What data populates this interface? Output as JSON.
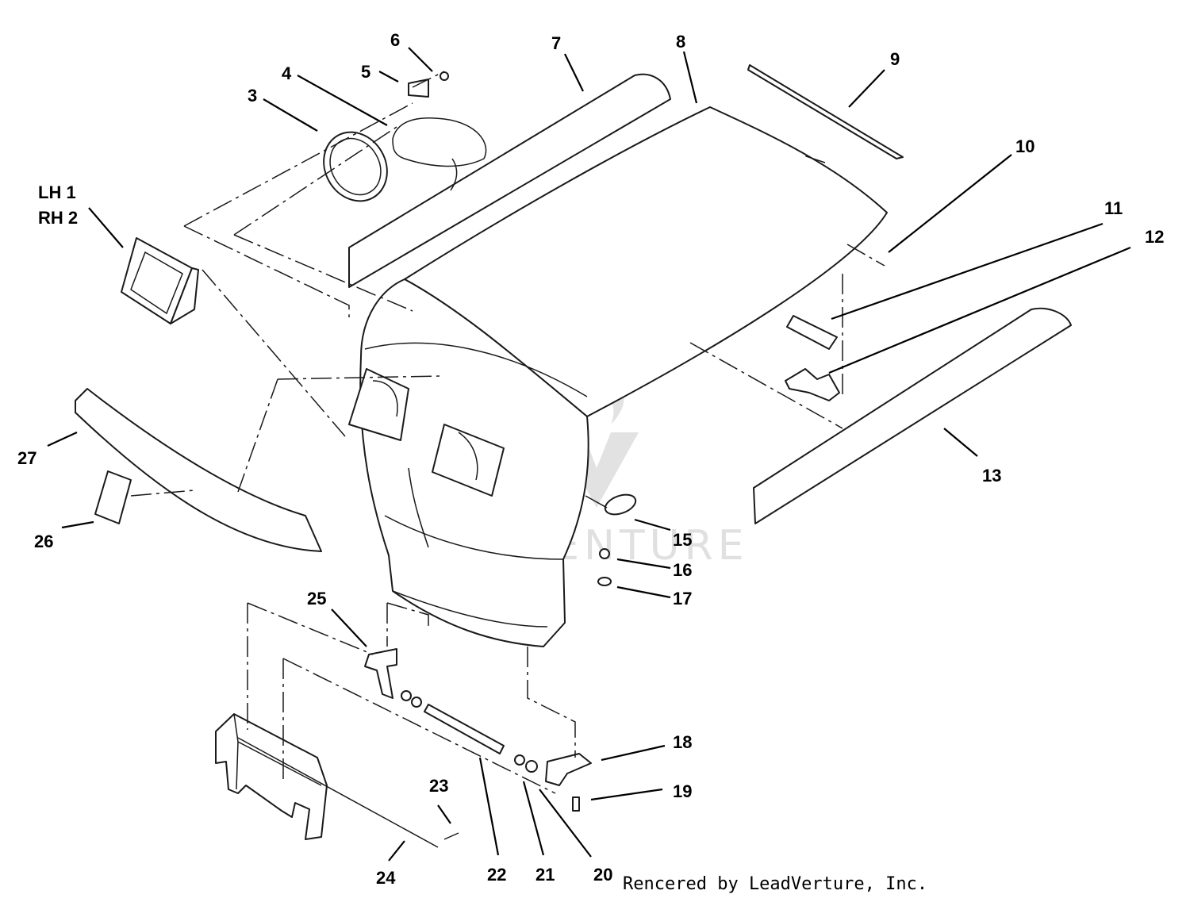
{
  "callouts": [
    {
      "id": "lh-rh-a",
      "text": "LH 1"
    },
    {
      "id": "lh-rh-b",
      "text": "RH 2"
    },
    {
      "id": "c3",
      "text": "3"
    },
    {
      "id": "c4",
      "text": "4"
    },
    {
      "id": "c5",
      "text": "5"
    },
    {
      "id": "c6",
      "text": "6"
    },
    {
      "id": "c7",
      "text": "7"
    },
    {
      "id": "c8",
      "text": "8"
    },
    {
      "id": "c9",
      "text": "9"
    },
    {
      "id": "c10",
      "text": "10"
    },
    {
      "id": "c11",
      "text": "11"
    },
    {
      "id": "c12",
      "text": "12"
    },
    {
      "id": "c13",
      "text": "13"
    },
    {
      "id": "c15",
      "text": "15"
    },
    {
      "id": "c16",
      "text": "16"
    },
    {
      "id": "c17",
      "text": "17"
    },
    {
      "id": "c18",
      "text": "18"
    },
    {
      "id": "c19",
      "text": "19"
    },
    {
      "id": "c20",
      "text": "20"
    },
    {
      "id": "c21",
      "text": "21"
    },
    {
      "id": "c22",
      "text": "22"
    },
    {
      "id": "c23",
      "text": "23"
    },
    {
      "id": "c24",
      "text": "24"
    },
    {
      "id": "c25",
      "text": "25"
    },
    {
      "id": "c26",
      "text": "26"
    },
    {
      "id": "c27",
      "text": "27"
    }
  ],
  "credit": "Rencered by LeadVerture, Inc.",
  "watermark": "LEADVENTURE",
  "colors": {
    "line": "#1a1a1a",
    "background": "#ffffff",
    "watermark": "#d9d9d9"
  }
}
